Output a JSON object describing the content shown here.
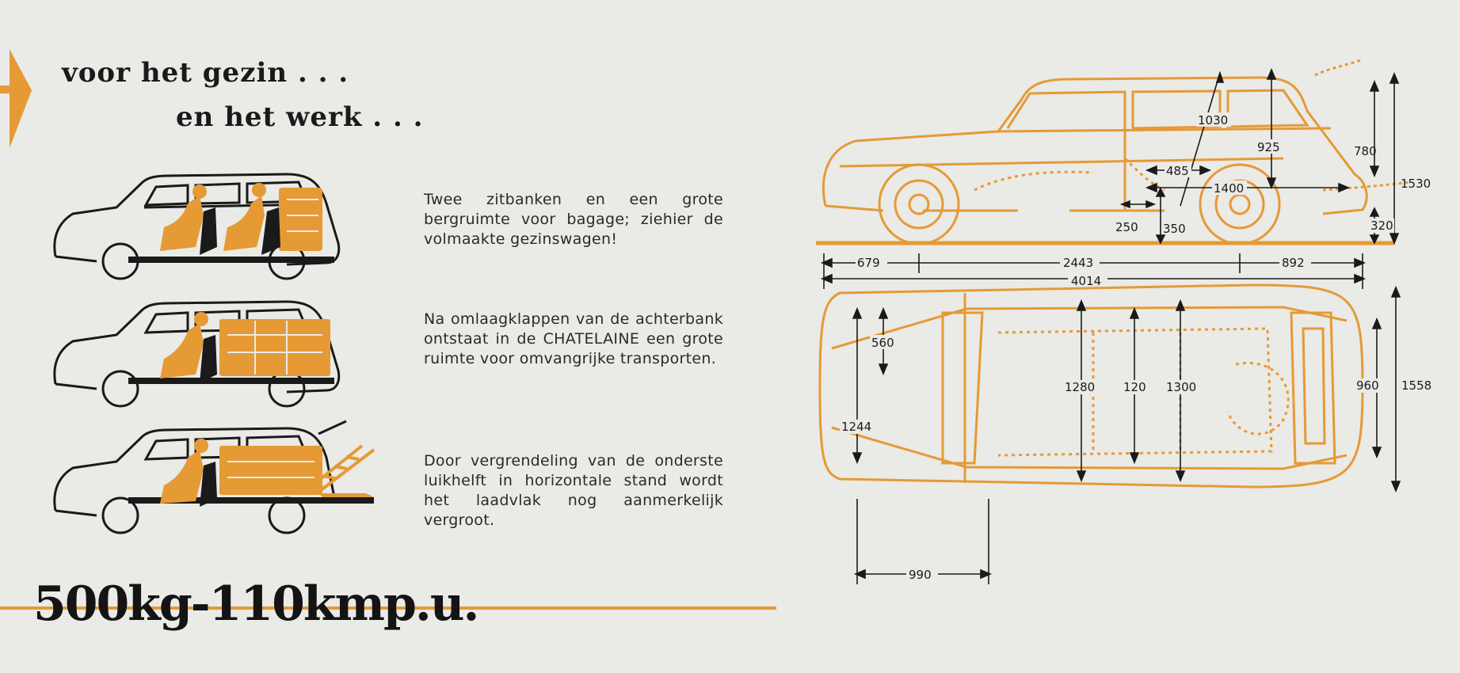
{
  "headings": {
    "line1": "voor het gezin . . .",
    "line2": "en het werk . . ."
  },
  "paragraphs": {
    "p1": "Twee zitbanken en een grote bergruimte voor bagage; ziehier de volmaakte gezinswagen!",
    "p2": "Na omlaagklappen van de achterbank ontstaat in de CHATELAINE een grote ruimte voor omvangrijke transporten.",
    "p3": "Door vergrendeling van de onderste luikhelft in horizontale stand wordt het laadvlak nog aanmerkelijk vergroot."
  },
  "spec": "500kg-110kmp.u.",
  "side_dims": {
    "d1030": "1030",
    "d925": "925",
    "d780": "780",
    "d1530": "1530",
    "d485": "485",
    "d1400": "1400",
    "d250": "250",
    "d350": "350",
    "d320": "320",
    "d679": "679",
    "d2443": "2443",
    "d892": "892",
    "d4014": "4014"
  },
  "top_dims": {
    "d560": "560",
    "d1280": "1280",
    "d120": "120",
    "d1300": "1300",
    "d960": "960",
    "d1558": "1558",
    "d1244": "1244",
    "d990": "990"
  },
  "colors": {
    "accent": "#e59a35",
    "ink": "#1a1a1a",
    "background": "#eaeae7"
  }
}
